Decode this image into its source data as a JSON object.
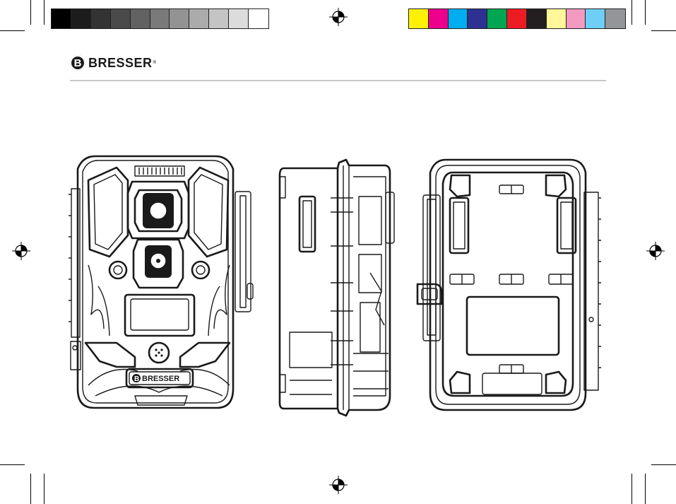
{
  "header": {
    "brand": "BRESSER",
    "brand_mark": "B",
    "trademark": "®"
  },
  "colors": {
    "grayscale_bar": [
      "#000000",
      "#1c1c1c",
      "#333333",
      "#4a4a4a",
      "#626262",
      "#7a7a7a",
      "#939393",
      "#ababab",
      "#c4c4c4",
      "#dcdcdc",
      "#ffffff"
    ],
    "color_bar": [
      "#fff200",
      "#ec008c",
      "#00aeef",
      "#2e3192",
      "#00a651",
      "#ed1c24",
      "#231f20",
      "#fff799",
      "#f49ac1",
      "#6dcff6",
      "#939598"
    ],
    "rule": "#c8c8c8",
    "line": "#1a1a1a"
  },
  "camera": {
    "front_logo": "BRESSER"
  },
  "icons": [
    "registration-mark-icon",
    "crop-mark-icon"
  ]
}
